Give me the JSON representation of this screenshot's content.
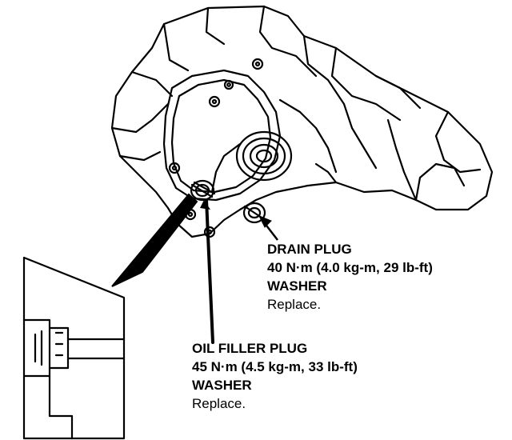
{
  "drain_plug": {
    "name": "DRAIN PLUG",
    "torque": "40 N·m (4.0 kg-m, 29 lb-ft)",
    "washer": "WASHER",
    "note": "Replace."
  },
  "oil_filler_plug": {
    "name": "OIL FILLER PLUG",
    "torque": "45 N·m (4.5 kg-m, 33 lb-ft)",
    "washer": "WASHER",
    "note": "Replace."
  },
  "colors": {
    "ink": "#000000",
    "paper": "#ffffff"
  }
}
